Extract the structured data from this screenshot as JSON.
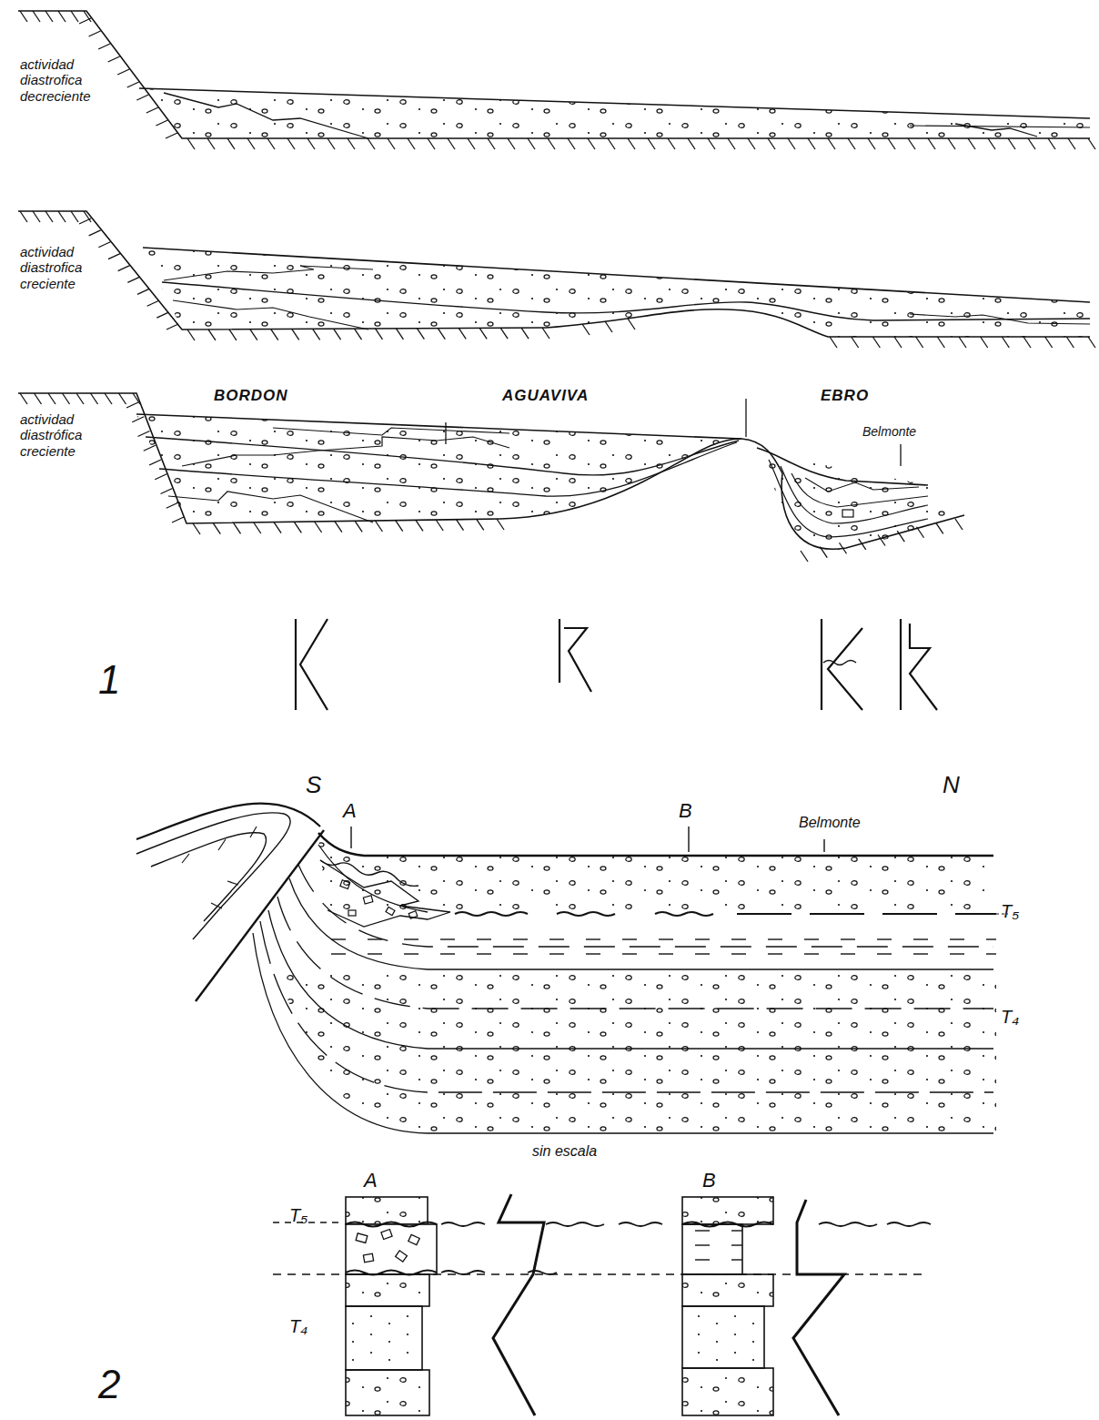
{
  "diagram": {
    "labels": [
      "actividad diastrofica decreciente",
      "actividad diastrofica creciente",
      "actividad diastrófica creciente",
      "BORDON",
      "AGUAVIVA",
      "EBRO",
      "Belmonte",
      "1",
      "S",
      "N",
      "A",
      "B",
      "Belmonte",
      "T₅",
      "T₄",
      "sin escala",
      "A",
      "B",
      "T₅",
      "T₄",
      "2"
    ]
  }
}
